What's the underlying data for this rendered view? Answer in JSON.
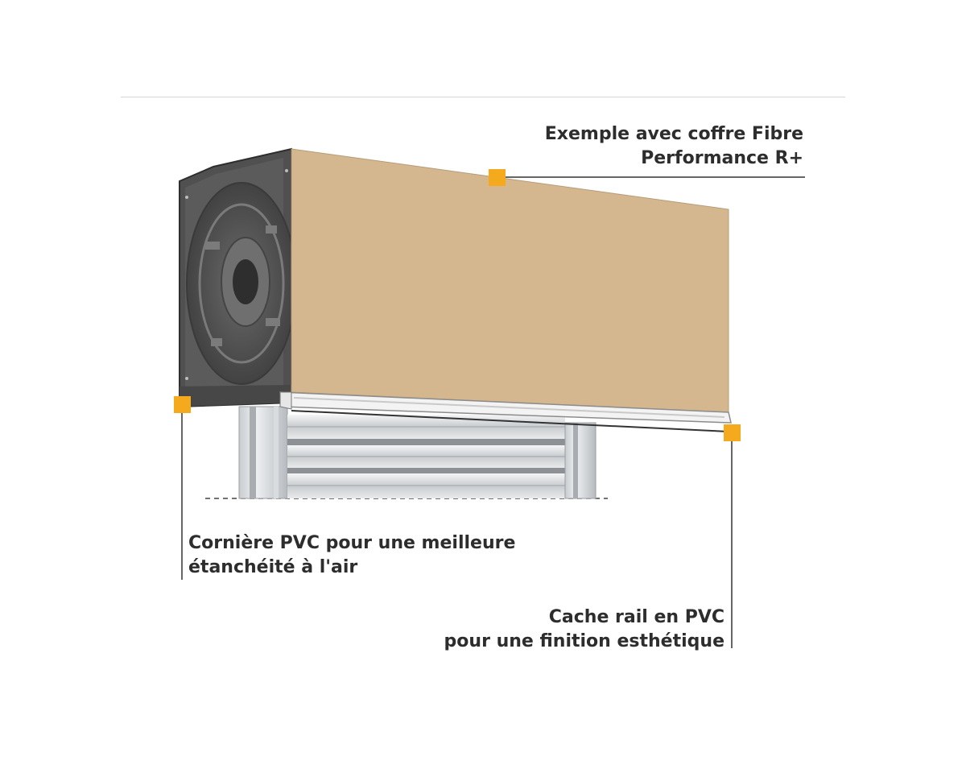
{
  "colors": {
    "marker": "#f5a91d",
    "box_face": "#d5b78f",
    "end_cap": "#4a4a4a",
    "leader_line": "#333333",
    "text": "#2d2d2d"
  },
  "callouts": {
    "box": {
      "line1": "Exemple avec coffre Fibre",
      "line2": "Performance R+"
    },
    "corner": {
      "line1": "Cornière PVC pour une meilleure",
      "line2": "étanchéité à l'air"
    },
    "rail_cover": {
      "line1": "Cache rail en PVC",
      "line2": "pour une finition esthétique"
    }
  },
  "icons": {
    "marker": "square-marker-icon"
  }
}
